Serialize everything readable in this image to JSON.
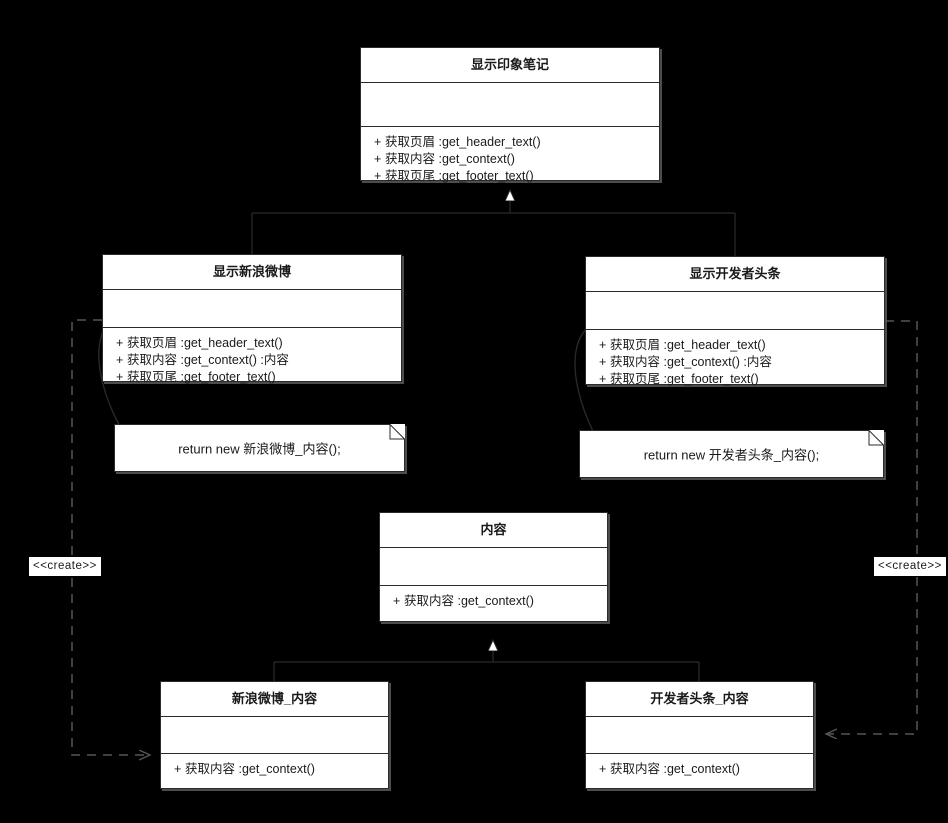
{
  "diagram": {
    "type": "uml-class-diagram",
    "background": "#000000",
    "box_fill": "#ffffff",
    "line_color": "#2b2b2b",
    "dashed_color": "#555555"
  },
  "classes": {
    "show_evernote": {
      "name": "显示印象笔记",
      "operations": [
        {
          "visibility": "+",
          "text": "获取页眉 :get_header_text()"
        },
        {
          "visibility": "+",
          "text": "获取内容 :get_context()"
        },
        {
          "visibility": "+",
          "text": "获取页尾 :get_footer_text()"
        }
      ]
    },
    "show_weibo": {
      "name": "显示新浪微博",
      "operations": [
        {
          "visibility": "+",
          "text": "获取页眉 :get_header_text()"
        },
        {
          "visibility": "+",
          "text": "获取内容 :get_context() :内容"
        },
        {
          "visibility": "+",
          "text": "获取页尾 :get_footer_text()"
        }
      ]
    },
    "show_toutiao": {
      "name": "显示开发者头条",
      "operations": [
        {
          "visibility": "+",
          "text": "获取页眉 :get_header_text()"
        },
        {
          "visibility": "+",
          "text": "获取内容 :get_context() :内容"
        },
        {
          "visibility": "+",
          "text": "获取页尾 :get_footer_text()"
        }
      ]
    },
    "content": {
      "name": "内容",
      "operations": [
        {
          "visibility": "+",
          "text": "获取内容 :get_context()"
        }
      ]
    },
    "weibo_content": {
      "name": "新浪微博_内容",
      "operations": [
        {
          "visibility": "+",
          "text": "获取内容 :get_context()"
        }
      ]
    },
    "toutiao_content": {
      "name": "开发者头条_内容",
      "operations": [
        {
          "visibility": "+",
          "text": "获取内容 :get_context()"
        }
      ]
    }
  },
  "notes": {
    "weibo_note": {
      "text": "return new 新浪微博_内容();"
    },
    "toutiao_note": {
      "text": "return new 开发者头条_内容();"
    }
  },
  "stereotypes": {
    "create_left": {
      "label": "<<create>>"
    },
    "create_right": {
      "label": "<<create>>"
    }
  }
}
